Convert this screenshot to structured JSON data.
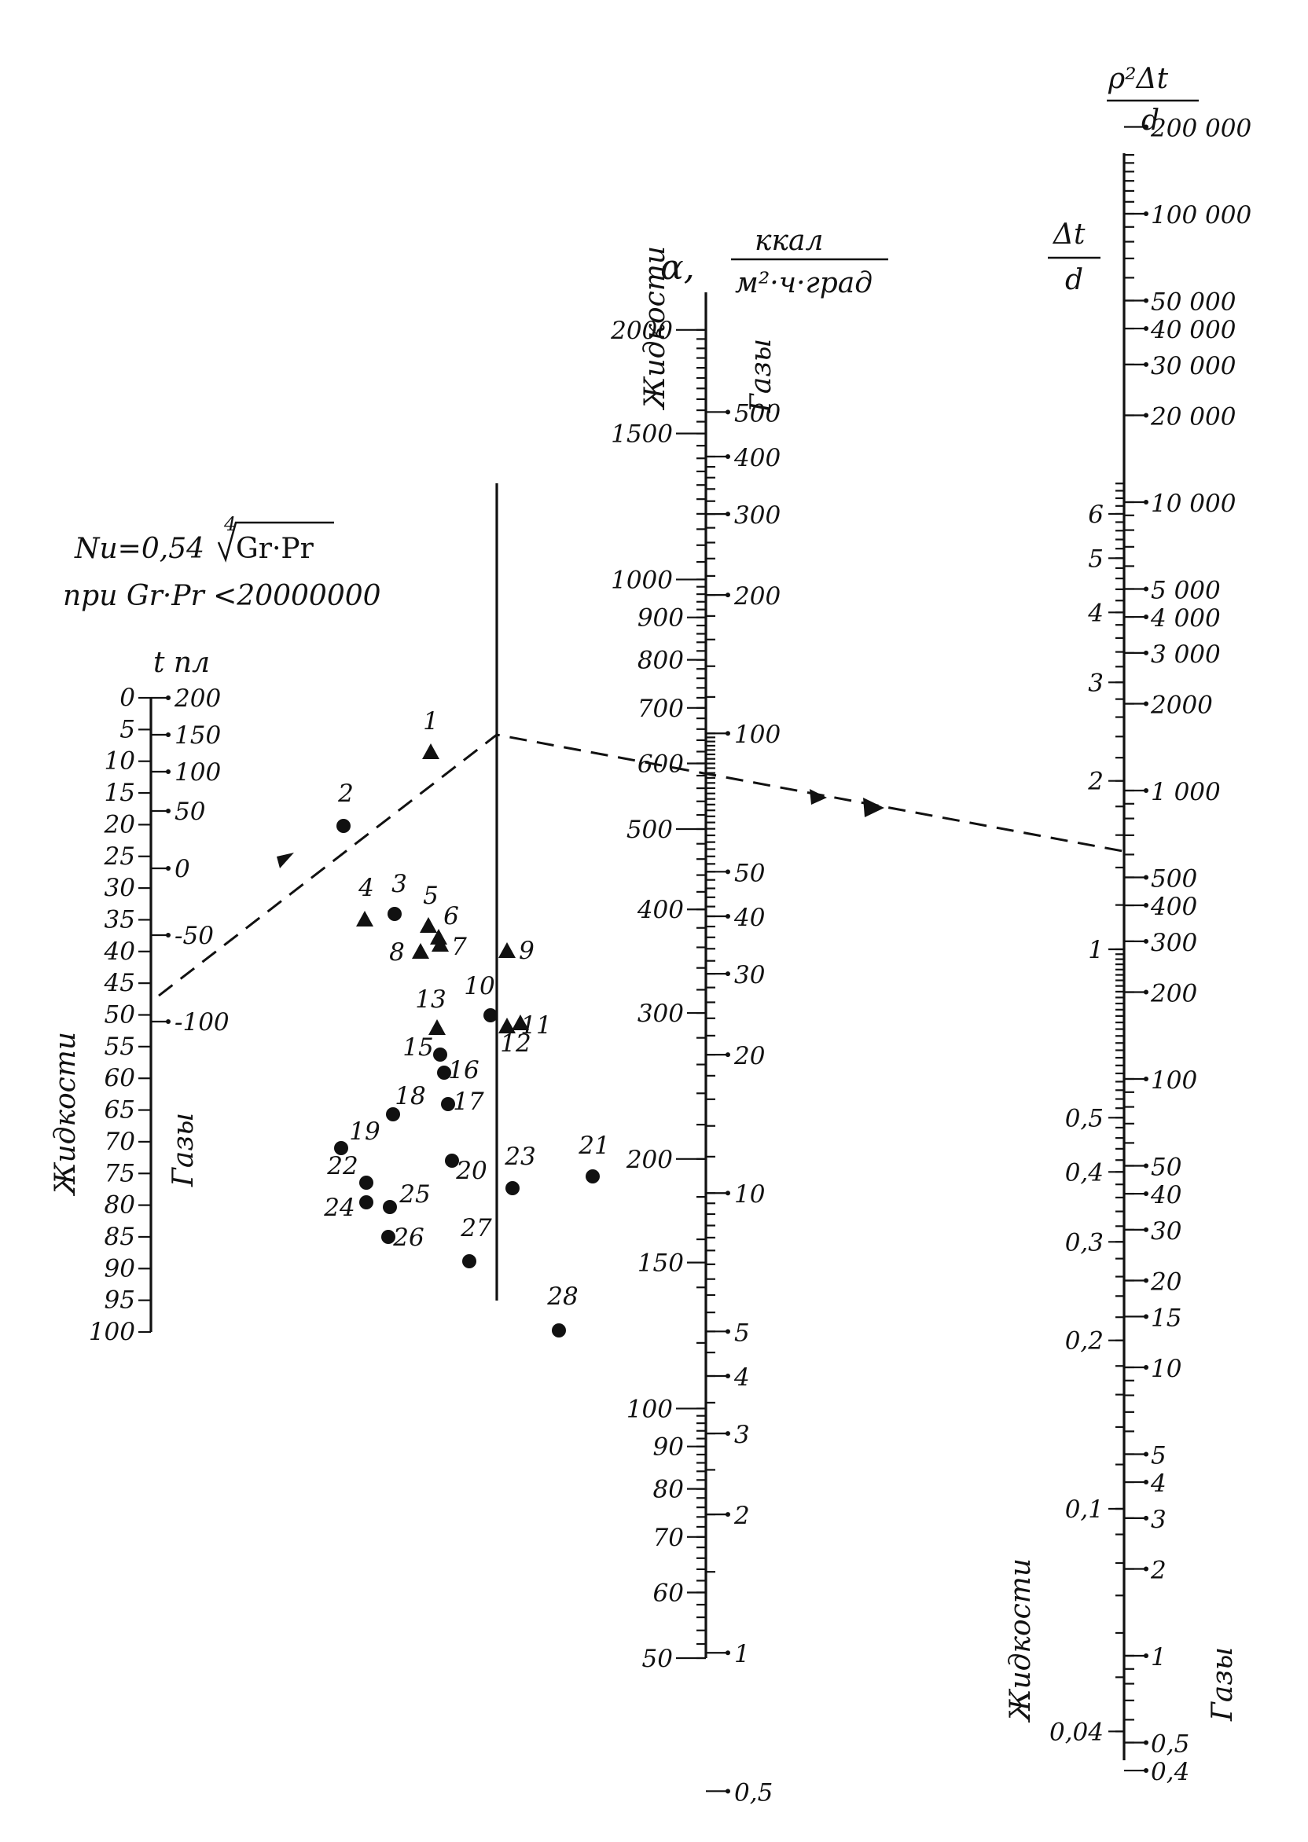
{
  "formula": {
    "line1_prefix": "Nu=0,54",
    "root_index": "4",
    "radicand": "Gr·Pr",
    "line2": "при Gr·Pr <20000000"
  },
  "t_scale": {
    "title": "t пл",
    "liquids_label": "Жидкости",
    "gases_label": "Газы",
    "liquid_ticks": [
      "0",
      "5",
      "10",
      "15",
      "20",
      "25",
      "30",
      "35",
      "40",
      "45",
      "50",
      "55",
      "60",
      "65",
      "70",
      "75",
      "80",
      "85",
      "90",
      "95",
      "100"
    ],
    "gas_ticks": [
      "200",
      "150",
      "100",
      "50",
      "0",
      "-50",
      "-100"
    ]
  },
  "alpha_scale": {
    "symbol": "α,",
    "unit_numerator": "ккал",
    "unit_denominator": "м²·ч·град",
    "liquids_label": "Жидкости",
    "gases_label": "Газы",
    "liquid_ticks": [
      "2000",
      "1500",
      "1000",
      "900",
      "800",
      "700",
      "600",
      "500",
      "400",
      "300",
      "200",
      "150",
      "100",
      "90",
      "80",
      "70",
      "60",
      "50"
    ],
    "gas_ticks": [
      "500",
      "400",
      "300",
      "200",
      "100",
      "50",
      "40",
      "30",
      "20",
      "10",
      "5",
      "4",
      "3",
      "2",
      "1",
      "0,5"
    ]
  },
  "dt_scale": {
    "title_liquid_num": "ρ²Δt",
    "title_liquid_den": "d",
    "title_gas_num": "Δt",
    "title_gas_den": "d",
    "liquids_label": "Жидкости",
    "gases_label": "Газы",
    "liquid_ticks": [
      "6",
      "5",
      "4",
      "3",
      "2",
      "1",
      "0,5",
      "0,4",
      "0,3",
      "0,2",
      "0,1",
      "0,04"
    ],
    "gas_ticks": [
      "200 000",
      "100 000",
      "50 000",
      "40 000",
      "30 000",
      "20 000",
      "10 000",
      "5 000",
      "4 000",
      "3 000",
      "2000",
      "1 000",
      "500",
      "400",
      "300",
      "200",
      "100",
      "50",
      "40",
      "30",
      "20",
      "15",
      "10",
      "5",
      "4",
      "3",
      "2",
      "1",
      "0,5",
      "0,4"
    ]
  },
  "substances": [
    {
      "n": "1",
      "marker": "triangle"
    },
    {
      "n": "2",
      "marker": "circle"
    },
    {
      "n": "3",
      "marker": "circle"
    },
    {
      "n": "4",
      "marker": "triangle"
    },
    {
      "n": "5",
      "marker": "triangle"
    },
    {
      "n": "6",
      "marker": "triangle"
    },
    {
      "n": "7",
      "marker": "triangle"
    },
    {
      "n": "8",
      "marker": "triangle"
    },
    {
      "n": "9",
      "marker": "triangle"
    },
    {
      "n": "10",
      "marker": "circle"
    },
    {
      "n": "11",
      "marker": "triangle"
    },
    {
      "n": "12",
      "marker": "triangle"
    },
    {
      "n": "13",
      "marker": "triangle"
    },
    {
      "n": "15",
      "marker": "circle"
    },
    {
      "n": "16",
      "marker": "circle"
    },
    {
      "n": "17",
      "marker": "circle"
    },
    {
      "n": "18",
      "marker": "circle"
    },
    {
      "n": "19",
      "marker": "circle"
    },
    {
      "n": "20",
      "marker": "circle"
    },
    {
      "n": "21",
      "marker": "circle"
    },
    {
      "n": "22",
      "marker": "circle"
    },
    {
      "n": "23",
      "marker": "circle"
    },
    {
      "n": "24",
      "marker": "circle"
    },
    {
      "n": "25",
      "marker": "circle"
    },
    {
      "n": "26",
      "marker": "circle"
    },
    {
      "n": "27",
      "marker": "circle"
    },
    {
      "n": "28",
      "marker": "circle"
    }
  ]
}
